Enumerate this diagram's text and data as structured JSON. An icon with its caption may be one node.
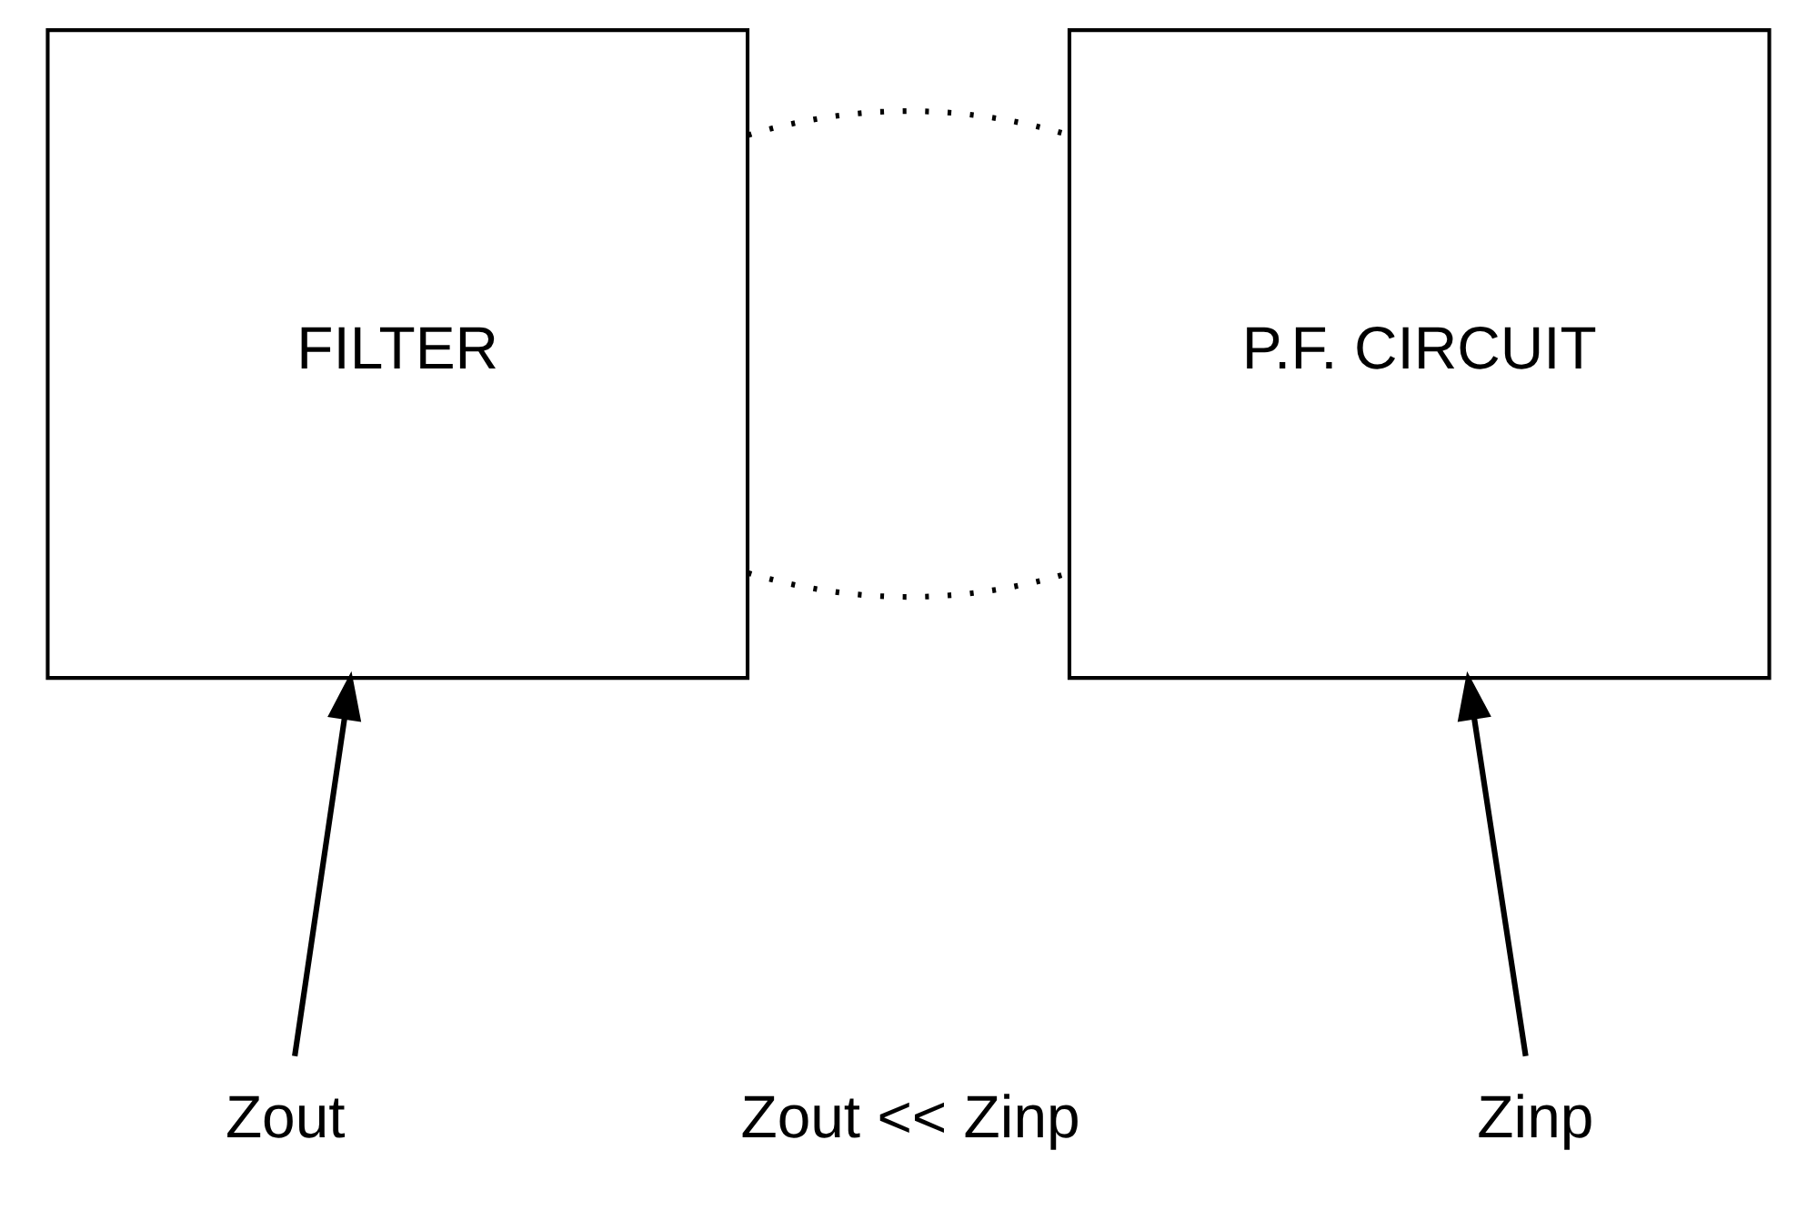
{
  "diagram": {
    "nodes": [
      {
        "text": [
          "FILTER"
        ]
      },
      {
        "text": [
          "P.F. CIRCUIT"
        ]
      },
      {
        "text": [
          "Zout"
        ]
      },
      {
        "text": [
          "Zinp"
        ]
      }
    ],
    "edges": [
      {
        "from": 0,
        "to": 1,
        "arrow": "none",
        "style": "dashed"
      },
      {
        "from": 0,
        "to": 1,
        "arrow": "none",
        "style": "dashed"
      },
      {
        "from": 2,
        "to": 0,
        "arrow": "to"
      },
      {
        "from": 3,
        "to": 1,
        "arrow": "to"
      }
    ],
    "labels": [
      "Zout << Zinp"
    ]
  }
}
